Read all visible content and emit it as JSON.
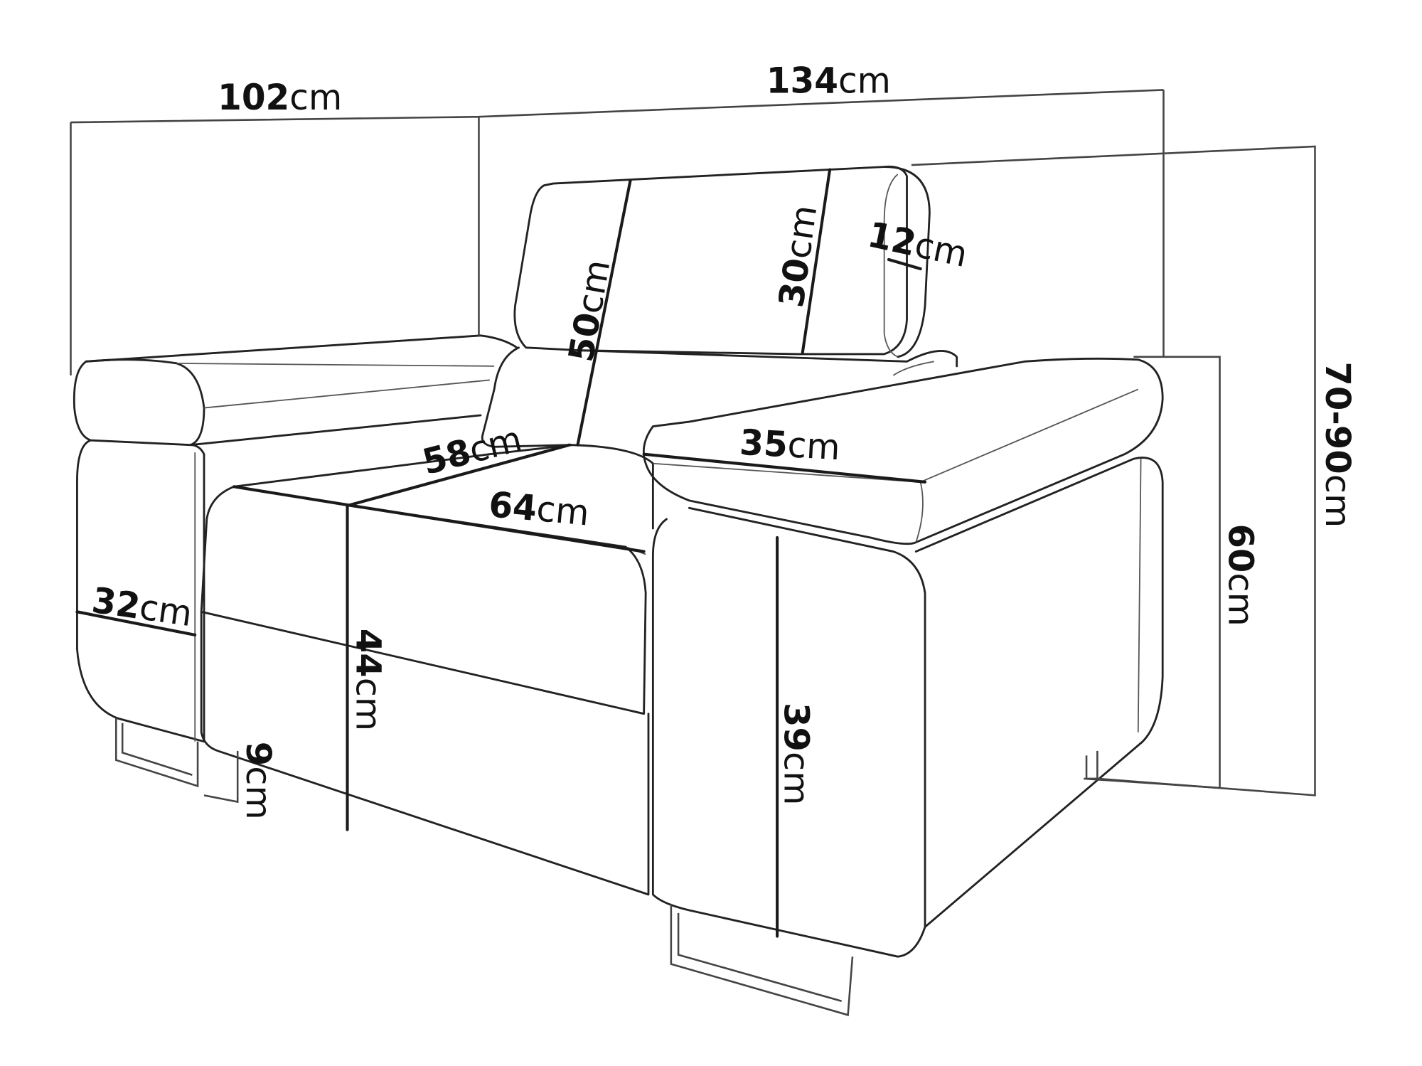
{
  "title": "Armchair dimensions",
  "colors": {
    "line": "#222222",
    "background": "#ffffff"
  },
  "dimensions": {
    "depth_total": {
      "value": "102",
      "unit": "cm"
    },
    "width_total": {
      "value": "134",
      "unit": "cm"
    },
    "height_total": {
      "value": "70-90",
      "unit": "cm"
    },
    "armrest_height": {
      "value": "60",
      "unit": "cm"
    },
    "backrest_height": {
      "value": "50",
      "unit": "cm"
    },
    "headrest_height": {
      "value": "30",
      "unit": "cm"
    },
    "headrest_thickness": {
      "value": "12",
      "unit": "cm"
    },
    "seat_depth": {
      "value": "58",
      "unit": "cm"
    },
    "seat_width": {
      "value": "64",
      "unit": "cm"
    },
    "armrest_width": {
      "value": "35",
      "unit": "cm"
    },
    "side_width": {
      "value": "32",
      "unit": "cm"
    },
    "seat_height": {
      "value": "44",
      "unit": "cm"
    },
    "leg_height": {
      "value": "9",
      "unit": "cm"
    },
    "arm_side_height": {
      "value": "39",
      "unit": "cm"
    }
  }
}
